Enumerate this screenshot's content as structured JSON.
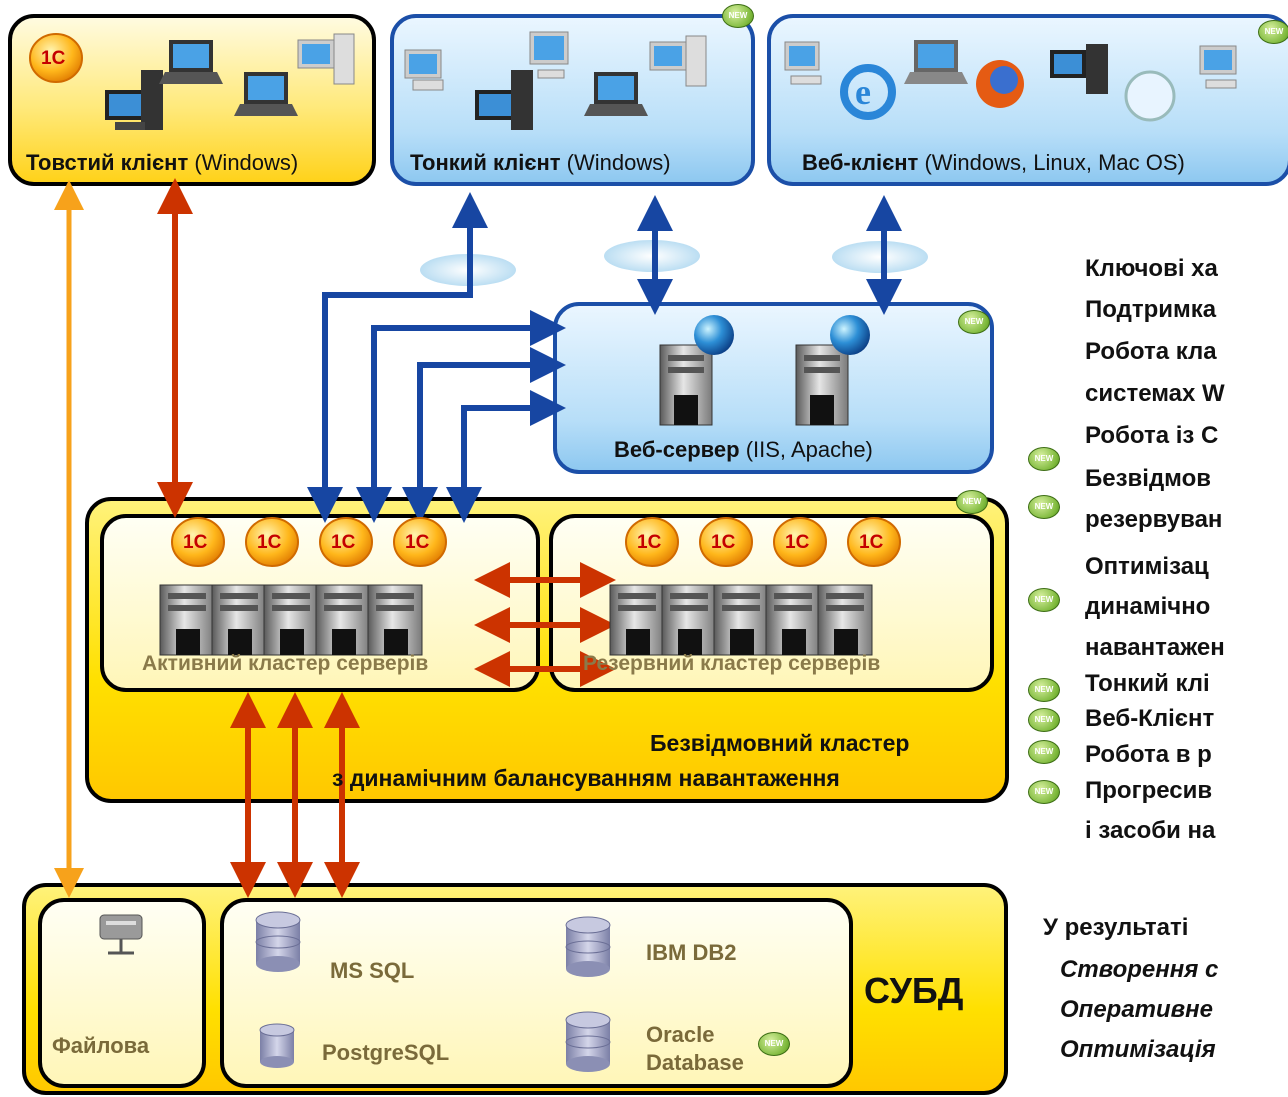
{
  "clients": {
    "thick": {
      "name": "Товстий клієнт",
      "platform": "(Windows)"
    },
    "thin": {
      "name": "Тонкий клієнт",
      "platform": "(Windows)"
    },
    "web": {
      "name": "Веб-клієнт",
      "platform": "(Windows, Linux, Mac OS)"
    }
  },
  "web_server": {
    "name": "Веб-сервер",
    "detail": "(IIS, Apache)"
  },
  "clusters": {
    "active": "Активний кластер серверів",
    "reserve": "Резервний кластер серверів",
    "caption_line1": "Безвідмовний кластер",
    "caption_line2": "з динамічним балансуванням навантаження"
  },
  "dbms": {
    "title": "СУБД",
    "file": "Файлова",
    "ms_sql": "MS SQL",
    "postgres": "PostgreSQL",
    "ibm_db2": "IBM DB2",
    "oracle_line1": "Oracle",
    "oracle_line2": "Database"
  },
  "features": [
    "Ключові ха",
    "Подтримка",
    "Робота кла",
    "системах W",
    "Робота із С",
    "Безвідмов",
    "резервуван",
    "Оптимізац",
    "динамічно",
    "навантажен",
    "Тонкий клі",
    "Веб-Клієнт",
    "Робота в р",
    "Прогресив",
    "і засоби на"
  ],
  "result": {
    "heading": "У результаті",
    "items": [
      "Створення с",
      "Оперативне",
      "Оптимізація"
    ]
  },
  "badge_text": "NEW",
  "colors": {
    "yellow": "#ffe000",
    "blue_border": "#1b4fa8",
    "arrow_red": "#cc3300",
    "arrow_orange": "#f7a21b",
    "arrow_blue": "#1746a2",
    "new_badge": "#7cb83a"
  }
}
